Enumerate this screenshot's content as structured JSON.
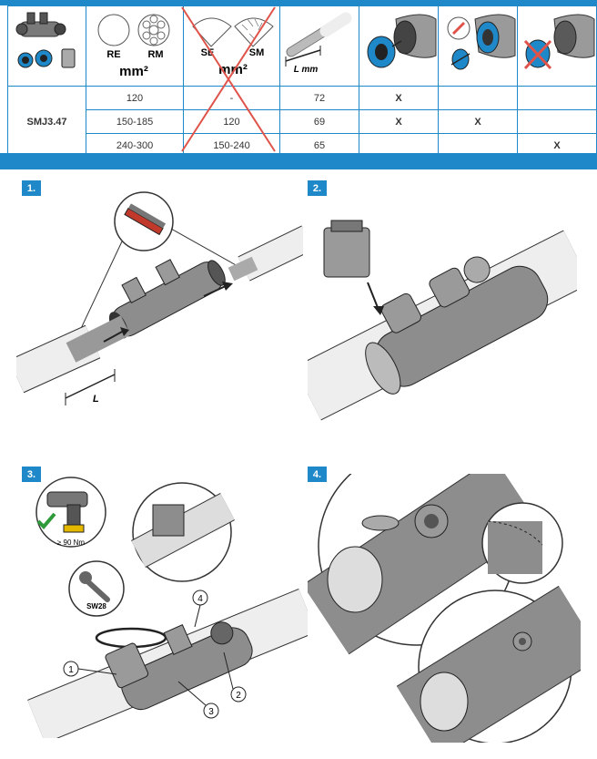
{
  "table": {
    "headers": {
      "re": "RE",
      "rm": "RM",
      "unit_left": "mm²",
      "se": "SE",
      "sm": "SM",
      "unit_mid": "mm²",
      "length": "L mm"
    },
    "model": "SMJ3.47",
    "rows": [
      {
        "re_rm": "120",
        "se_sm": "-",
        "length": "72",
        "c1": "X",
        "c2": "",
        "c3": ""
      },
      {
        "re_rm": "150-185",
        "se_sm": "120",
        "length": "69",
        "c1": "X",
        "c2": "X",
        "c3": ""
      },
      {
        "re_rm": "240-300",
        "se_sm": "150-240",
        "length": "65",
        "c1": "",
        "c2": "",
        "c3": "X"
      }
    ]
  },
  "steps": [
    {
      "number": "1.",
      "dimension": "L"
    },
    {
      "number": "2."
    },
    {
      "number": "3.",
      "torque": "≥ 90 Nm",
      "wrench": "SW28",
      "callouts": [
        "1",
        "2",
        "3",
        "4"
      ]
    },
    {
      "number": "4."
    }
  ],
  "colors": {
    "accent": "#1e88c8",
    "cross": "#e0534a",
    "check": "#2e9a3a",
    "metal": "#8d8d8d"
  }
}
